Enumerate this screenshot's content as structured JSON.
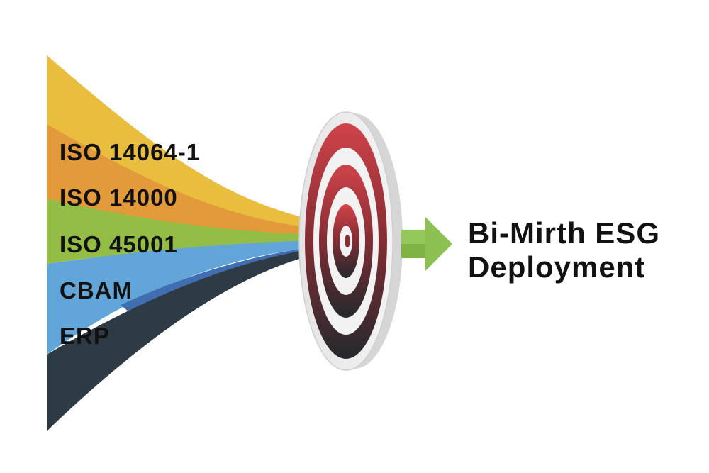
{
  "inputs": [
    {
      "label": "ISO 14064-1",
      "color": "#E9BD3E"
    },
    {
      "label": "ISO 14000",
      "color": "#E39A3A"
    },
    {
      "label": "ISO 45001",
      "color": "#93BD45"
    },
    {
      "label": "CBAM",
      "color": "#62A6D9"
    },
    {
      "label": "ERP",
      "color": "#2E3B44"
    }
  ],
  "accent_colors": {
    "blue_stripe": "#3F6FB0",
    "target_red": "#C53A44",
    "target_dark": "#2B2E31",
    "arrow_green": "#8CC152"
  },
  "target": {
    "icon": "bullseye-target-icon"
  },
  "arrow": {
    "icon": "arrow-right-icon"
  },
  "result": {
    "line1": "Bi-Mirth ESG",
    "line2": "Deployment"
  }
}
